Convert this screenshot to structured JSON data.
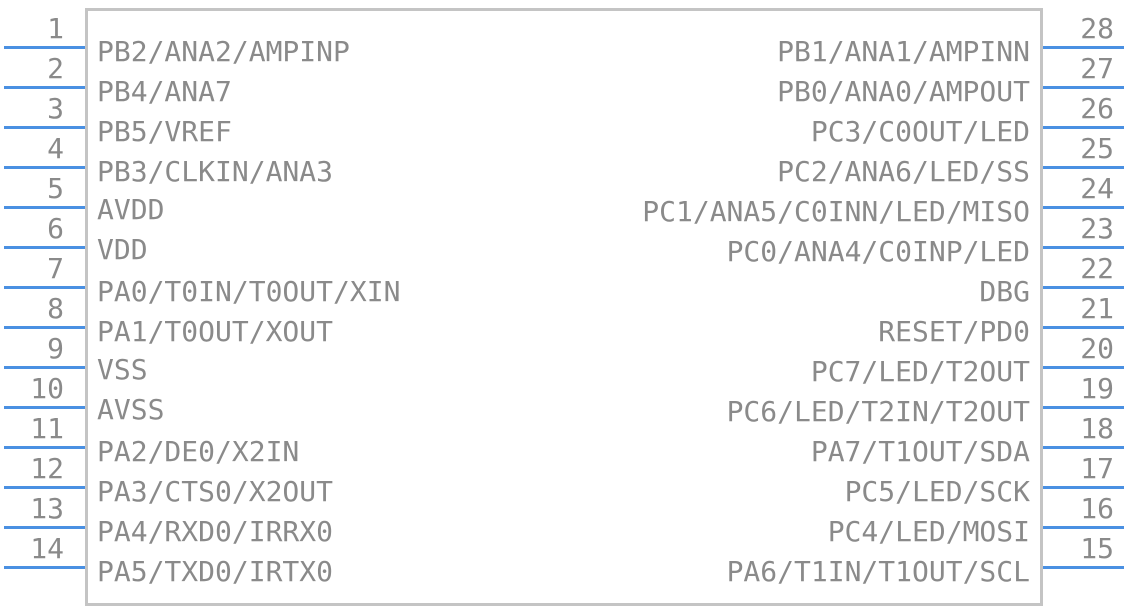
{
  "colors": {
    "pin": "#4a90e2",
    "text": "#8a8a8a",
    "body_border": "#c4c4c4"
  },
  "left_pins": [
    {
      "num": "1",
      "label": "PB2/ANA2/AMPINP"
    },
    {
      "num": "2",
      "label": "PB4/ANA7"
    },
    {
      "num": "3",
      "label": "PB5/VREF"
    },
    {
      "num": "4",
      "label": "PB3/CLKIN/ANA3"
    },
    {
      "num": "5",
      "label": "AVDD"
    },
    {
      "num": "6",
      "label": "VDD"
    },
    {
      "num": "7",
      "label": "PA0/T0IN/T0OUT/XIN"
    },
    {
      "num": "8",
      "label": "PA1/T0OUT/XOUT"
    },
    {
      "num": "9",
      "label": "VSS"
    },
    {
      "num": "10",
      "label": "AVSS"
    },
    {
      "num": "11",
      "label": "PA2/DE0/X2IN"
    },
    {
      "num": "12",
      "label": "PA3/CTS0/X2OUT"
    },
    {
      "num": "13",
      "label": "PA4/RXD0/IRRX0"
    },
    {
      "num": "14",
      "label": "PA5/TXD0/IRTX0"
    }
  ],
  "right_pins": [
    {
      "num": "28",
      "label": "PB1/ANA1/AMPINN"
    },
    {
      "num": "27",
      "label": "PB0/ANA0/AMPOUT"
    },
    {
      "num": "26",
      "label": "PC3/C0OUT/LED"
    },
    {
      "num": "25",
      "label": "PC2/ANA6/LED/SS"
    },
    {
      "num": "24",
      "label": "PC1/ANA5/C0INN/LED/MISO"
    },
    {
      "num": "23",
      "label": "PC0/ANA4/C0INP/LED"
    },
    {
      "num": "22",
      "label": "DBG"
    },
    {
      "num": "21",
      "label": "RESET/PD0"
    },
    {
      "num": "20",
      "label": "PC7/LED/T2OUT"
    },
    {
      "num": "19",
      "label": "PC6/LED/T2IN/T2OUT"
    },
    {
      "num": "18",
      "label": "PA7/T1OUT/SDA"
    },
    {
      "num": "17",
      "label": "PC5/LED/SCK"
    },
    {
      "num": "16",
      "label": "PC4/LED/MOSI"
    },
    {
      "num": "15",
      "label": "PA6/T1IN/T1OUT/SCL"
    }
  ]
}
